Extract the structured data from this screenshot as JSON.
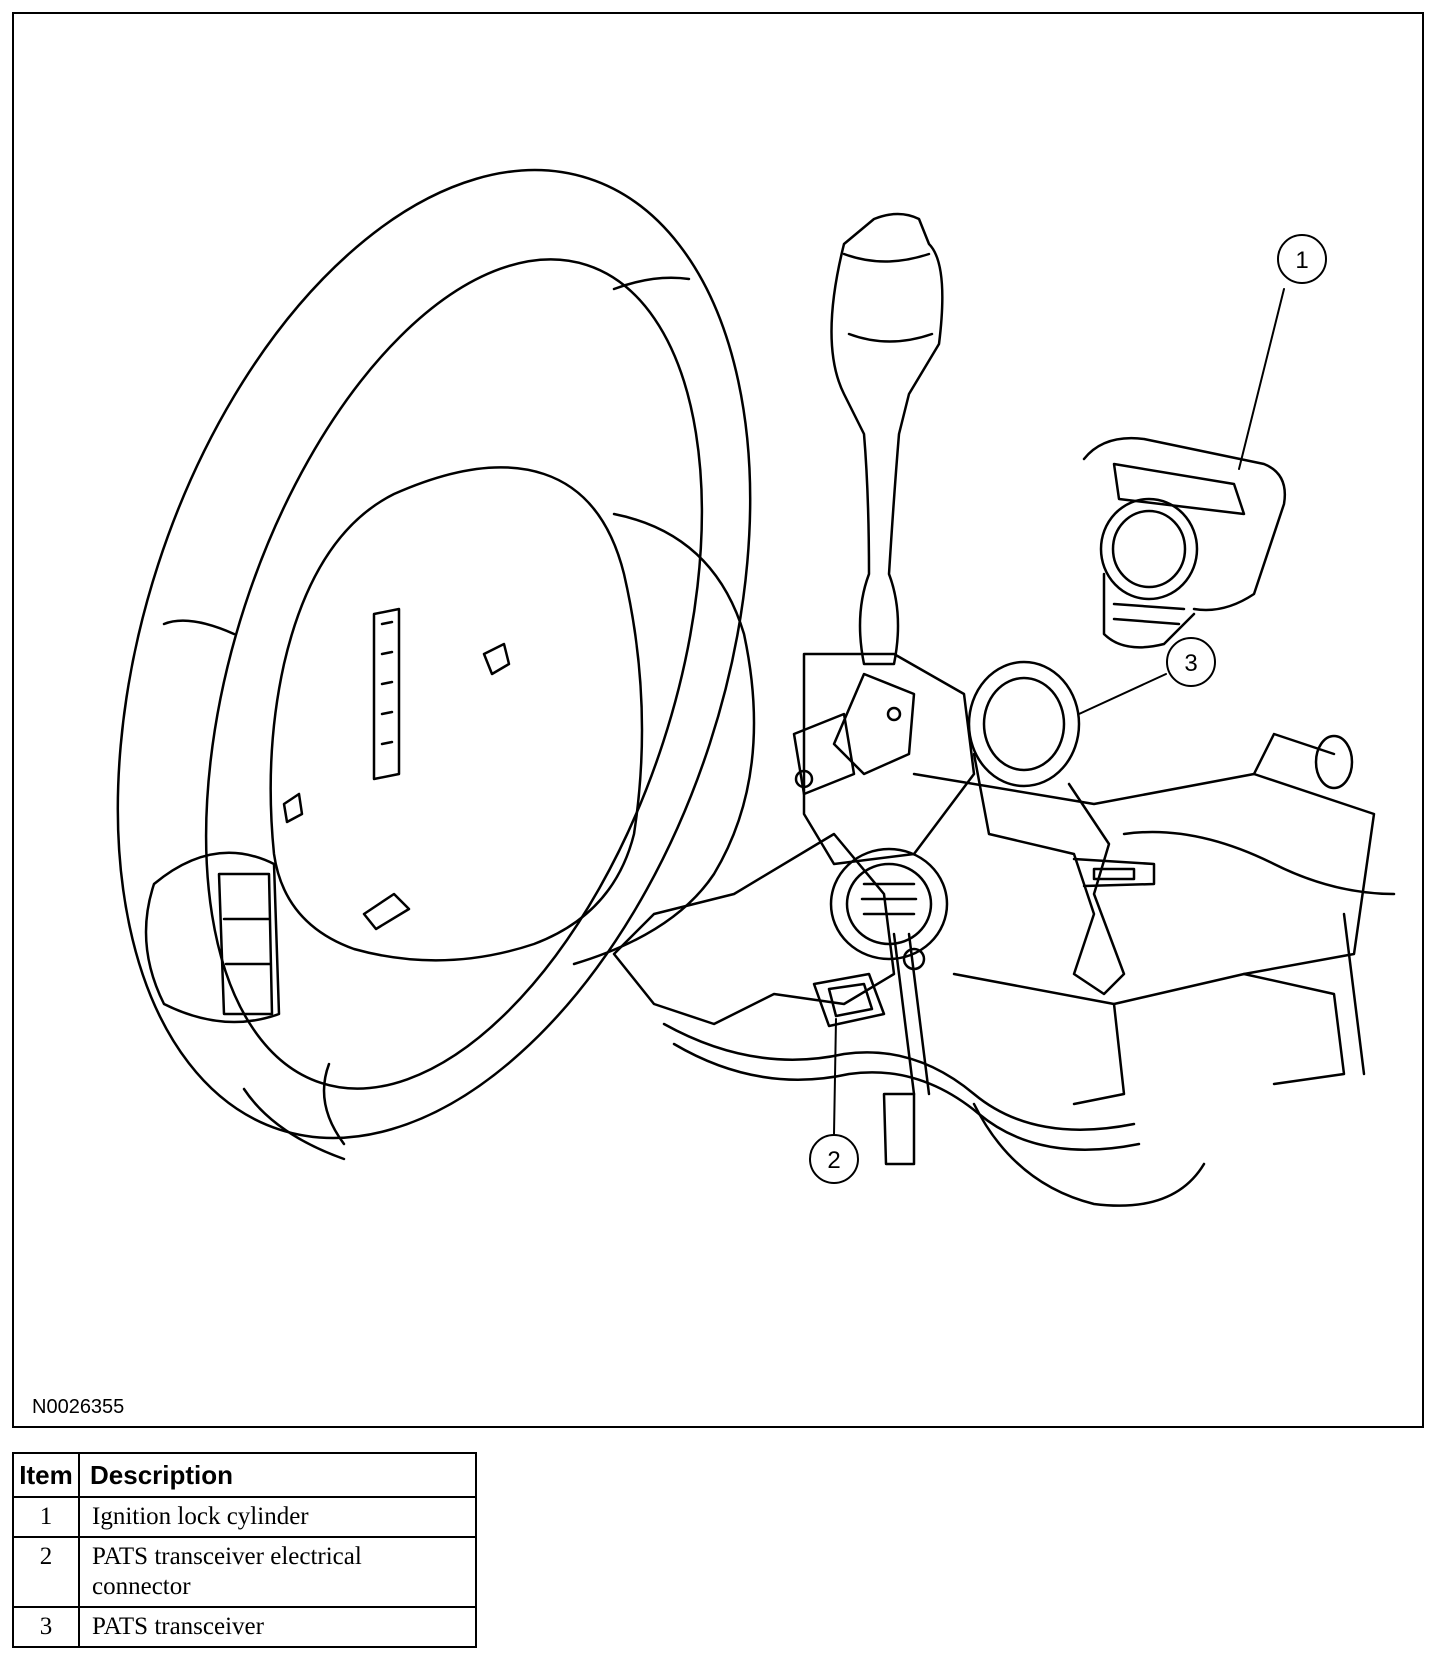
{
  "figure": {
    "id": "N0026355",
    "callouts": [
      {
        "label": "1",
        "part": "ignition-lock-cylinder"
      },
      {
        "label": "2",
        "part": "pats-transceiver-electrical-connector"
      },
      {
        "label": "3",
        "part": "pats-transceiver"
      }
    ]
  },
  "legend": {
    "headers": {
      "item": "Item",
      "description": "Description"
    },
    "rows": [
      {
        "item": "1",
        "description": "Ignition lock cylinder"
      },
      {
        "item": "2",
        "description": "PATS transceiver electrical connector"
      },
      {
        "item": "3",
        "description": "PATS transceiver"
      }
    ]
  }
}
